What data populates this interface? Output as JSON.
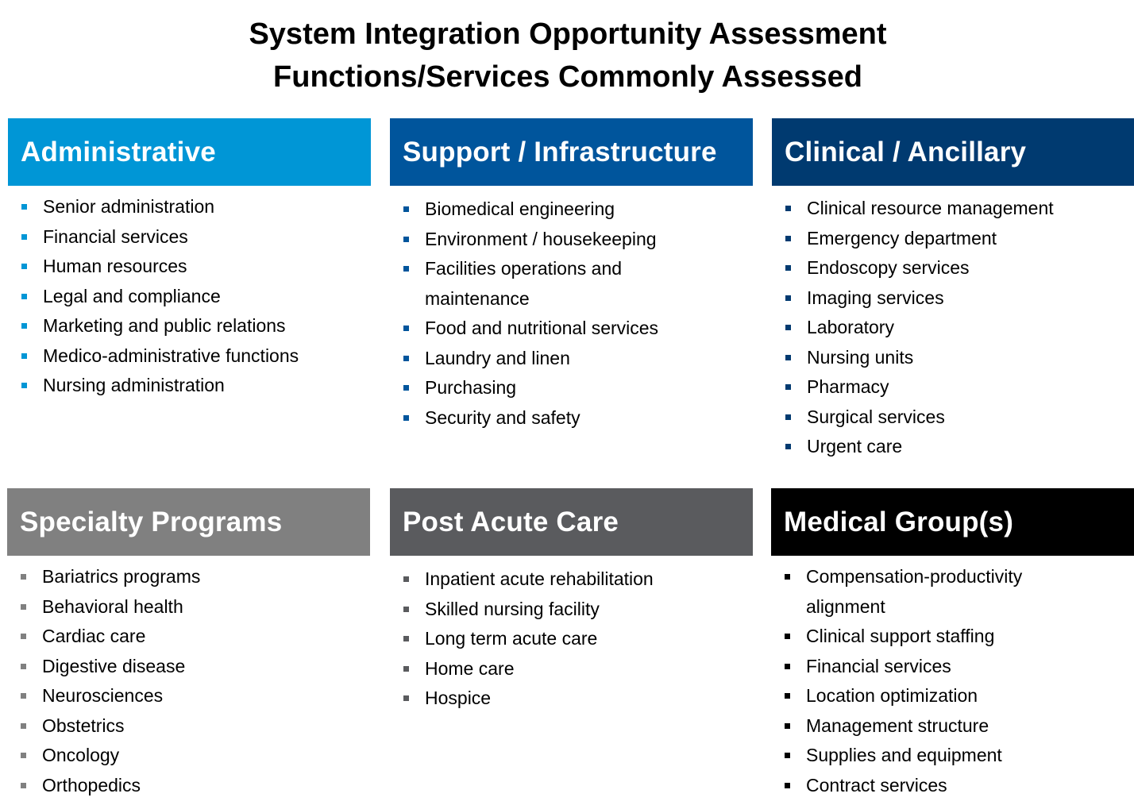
{
  "title": {
    "line1": "System Integration Opportunity Assessment",
    "line2": "Functions/Services Commonly Assessed"
  },
  "panels": [
    {
      "heading": "Administrative",
      "header_color": "#0096D6",
      "bullet_color": "#0096D6",
      "items": [
        "Senior administration",
        "Financial services",
        "Human resources",
        "Legal and compliance",
        "Marketing and public relations",
        "Medico-administrative functions",
        "Nursing administration"
      ]
    },
    {
      "heading": "Support / Infrastructure",
      "header_color": "#00559C",
      "bullet_color": "#00559C",
      "items": [
        "Biomedical engineering",
        "Environment / housekeeping",
        "Facilities operations and",
        "maintenance",
        "Food and nutritional services",
        "Laundry and linen",
        "Purchasing",
        "Security and safety"
      ]
    },
    {
      "heading": "Clinical / Ancillary",
      "header_color": "#003A70",
      "bullet_color": "#003A70",
      "items": [
        "Clinical resource management",
        "Emergency department",
        "Endoscopy services",
        "Imaging services",
        "Laboratory",
        "Nursing units",
        "Pharmacy",
        "Surgical services",
        "Urgent care"
      ]
    },
    {
      "heading": "Specialty Programs",
      "header_color": "#808080",
      "bullet_color": "#808080",
      "items": [
        "Bariatrics programs",
        "Behavioral health",
        "Cardiac care",
        "Digestive disease",
        "Neurosciences",
        "Obstetrics",
        "Oncology",
        "Orthopedics"
      ]
    },
    {
      "heading": "Post Acute Care",
      "header_color": "#5A5B5E",
      "bullet_color": "#5A5B5E",
      "items": [
        "Inpatient acute rehabilitation",
        "Skilled nursing facility",
        "Long term acute care",
        "Home care",
        "Hospice"
      ]
    },
    {
      "heading": "Medical Group(s)",
      "header_color": "#000000",
      "bullet_color": "#000000",
      "items": [
        "Compensation-productivity",
        "alignment",
        "Clinical support staffing",
        "Financial services",
        "Location optimization",
        "Management structure",
        "Supplies and equipment",
        "Contract services"
      ]
    }
  ]
}
